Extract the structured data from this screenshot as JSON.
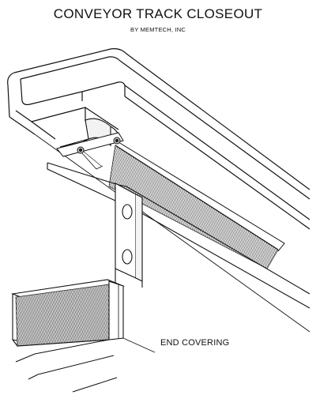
{
  "title": "CONVEYOR TRACK CLOSEOUT",
  "subtitle": "BY MEMTECH, INC",
  "labels": {
    "end_covering": "END COVERING"
  }
}
